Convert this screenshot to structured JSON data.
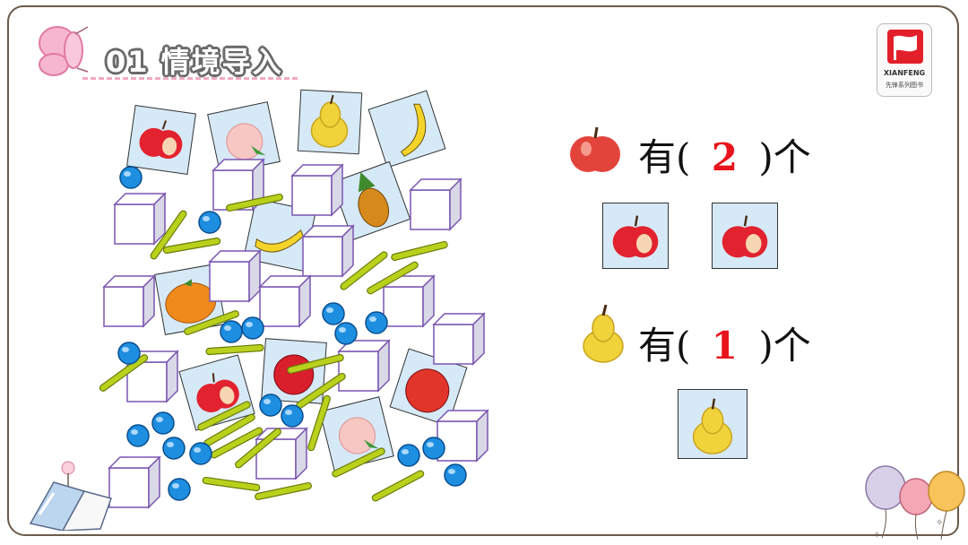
{
  "header": {
    "section_number": "01",
    "section_title": "情境导入"
  },
  "logo": {
    "brand_en": "XIANFENG",
    "brand_cn": "先锋系列图书"
  },
  "rows": [
    {
      "fruit": "apple",
      "prefix": "有(",
      "count": "2",
      "suffix": ")个",
      "cards": 2
    },
    {
      "fruit": "pear",
      "prefix": "有(",
      "count": "1",
      "suffix": ")个",
      "cards": 1
    }
  ],
  "colors": {
    "count_red": "#e8131b",
    "card_bg": "#d6e9f7",
    "stick": "#b9d11c",
    "ball": "#1e8fe0",
    "cube_edge": "#7a55b0",
    "frame": "#6b5a4a"
  },
  "icons": [
    "butterfly-icon",
    "apple-icon",
    "pear-icon",
    "banana-icon",
    "peach-icon",
    "pineapple-icon",
    "orange-icon",
    "pomegranate-icon",
    "cube-icon",
    "ball-icon",
    "stick-icon",
    "book-icon",
    "balloon-icon"
  ]
}
